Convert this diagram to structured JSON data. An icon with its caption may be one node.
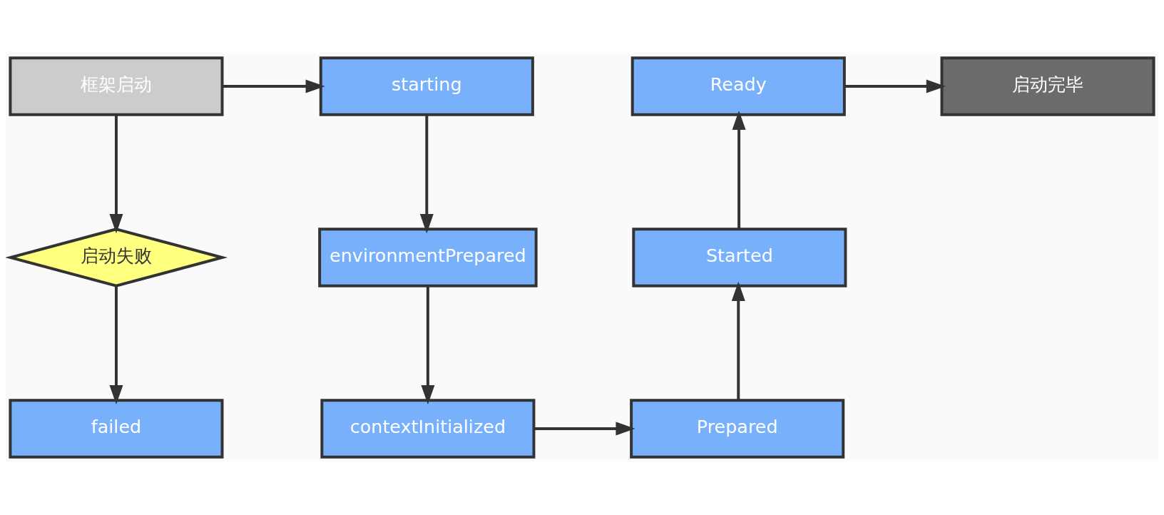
{
  "diagram": {
    "nodes": [
      {
        "text": [
          "框架启动"
        ]
      },
      {
        "text": [
          "starting"
        ]
      },
      {
        "text": [
          "Ready"
        ]
      },
      {
        "text": [
          "启动完毕"
        ]
      },
      {
        "text": [
          "启动失败"
        ]
      },
      {
        "text": [
          "environmentPrepared"
        ]
      },
      {
        "text": [
          "Started"
        ]
      },
      {
        "text": [
          "failed"
        ]
      },
      {
        "text": [
          "contextInitialized"
        ]
      },
      {
        "text": [
          "Prepared"
        ]
      }
    ],
    "edges": [
      {
        "from": 0,
        "to": 1,
        "arrow": "to"
      },
      {
        "from": 0,
        "to": 4,
        "arrow": "to"
      },
      {
        "from": 4,
        "to": 7,
        "arrow": "to"
      },
      {
        "from": 1,
        "to": 5,
        "arrow": "to"
      },
      {
        "from": 5,
        "to": 8,
        "arrow": "to"
      },
      {
        "from": 8,
        "to": 9,
        "arrow": "to"
      },
      {
        "from": 9,
        "to": 6,
        "arrow": "to"
      },
      {
        "from": 6,
        "to": 2,
        "arrow": "to"
      },
      {
        "from": 2,
        "to": 3,
        "arrow": "to"
      }
    ]
  }
}
